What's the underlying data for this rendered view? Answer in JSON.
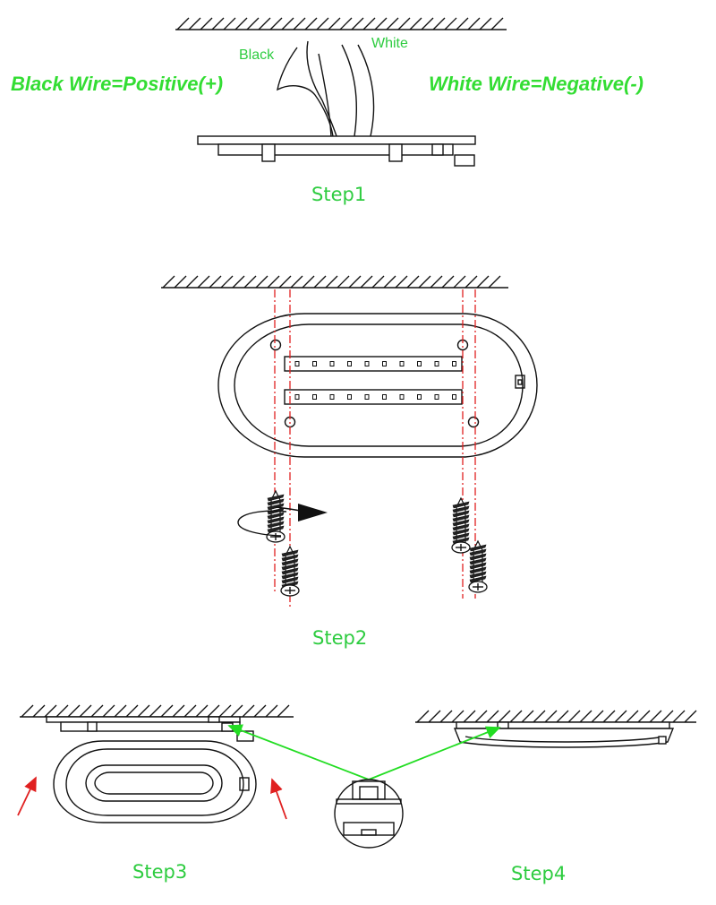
{
  "step1": {
    "black_label": "Black",
    "white_label": "White",
    "black_legend": "Black Wire=Positive(+)",
    "white_legend": "White Wire=Negative(-)",
    "caption": "Step1"
  },
  "step2": {
    "caption": "Step2"
  },
  "step3": {
    "caption": "Step3"
  },
  "step4": {
    "caption": "Step4"
  },
  "colors": {
    "label_green": "#2ecc40",
    "guide_red": "#e02020",
    "arrow_red": "#e02020",
    "pointer_green": "#22dd22",
    "line_black": "#111111"
  }
}
